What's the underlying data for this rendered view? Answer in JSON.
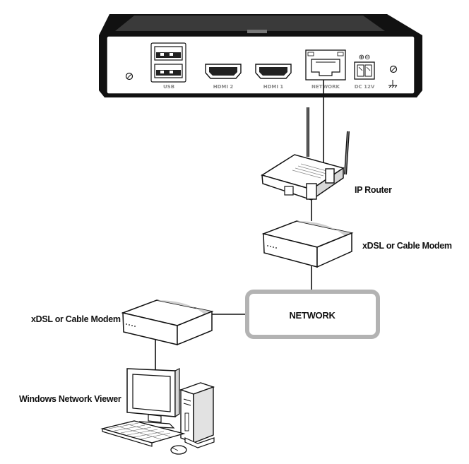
{
  "device": {
    "ports": {
      "usb": "USB",
      "hdmi2": "HDMI 2",
      "hdmi1": "HDMI 1",
      "network": "NETWORK",
      "dc": "DC 12V"
    }
  },
  "labels": {
    "router": "IP Router",
    "modem_right": "xDSL or Cable Modem",
    "network": "NETWORK",
    "modem_left": "xDSL or Cable Modem",
    "viewer": "Windows Network Viewer"
  }
}
